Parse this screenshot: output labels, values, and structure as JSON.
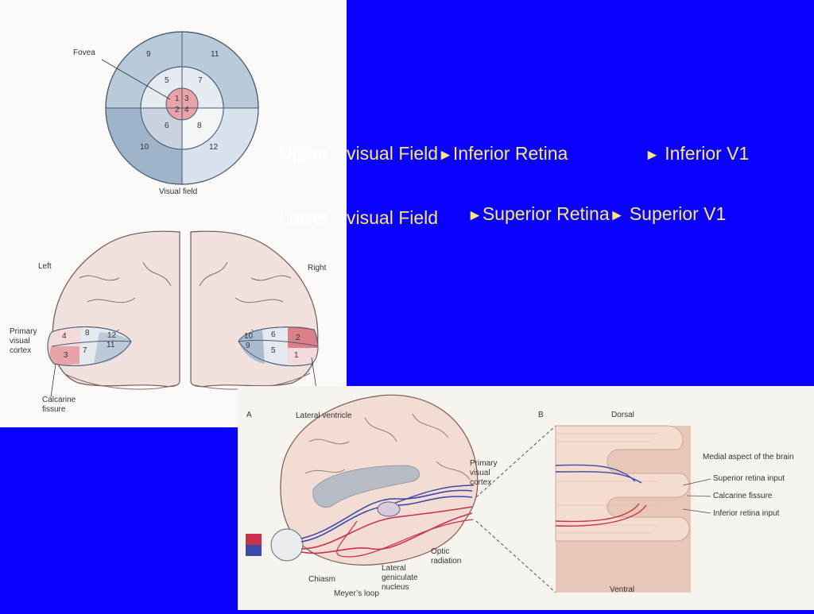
{
  "visual_field": {
    "fovea_label": "Fovea",
    "caption": "Visual field",
    "sectors": [
      "9",
      "11",
      "5",
      "7",
      "1",
      "3",
      "2",
      "4",
      "6",
      "8",
      "10",
      "12"
    ]
  },
  "brain": {
    "left_label": "Left",
    "right_label": "Right",
    "cortex_label_1": "Primary",
    "cortex_label_2": "visual",
    "cortex_label_3": "cortex",
    "calcarine_1": "Calcarine",
    "calcarine_2": "fissure",
    "left_numbers": [
      "4",
      "8",
      "12",
      "7",
      "11",
      "3"
    ],
    "right_numbers": [
      "10",
      "6",
      "2",
      "9",
      "5",
      "1"
    ]
  },
  "slide": {
    "row1": {
      "word_a": "Upper",
      "word_b": "visual Field",
      "arrow1": "►",
      "retina": "Inferior Retina",
      "arrow2": "►",
      "v1": "Inferior V1"
    },
    "row2": {
      "word_a": "Lower",
      "word_b": "visual Field",
      "arrow1": "►",
      "retina": "Superior Retina",
      "arrow2": "►",
      "v1": "Superior V1"
    }
  },
  "pathway": {
    "panel_a": "A",
    "panel_b": "B",
    "lateral_ventricle": "Lateral ventricle",
    "primary_1": "Primary",
    "primary_2": "visual",
    "primary_3": "cortex",
    "optic_1": "Optic",
    "optic_2": "radiation",
    "lgn_1": "Lateral",
    "lgn_2": "geniculate",
    "lgn_3": "nucleus",
    "chiasm": "Chiasm",
    "meyers": "Meyer’s loop",
    "dorsal": "Dorsal",
    "ventral": "Ventral",
    "medial_aspect": "Medial aspect of the brain",
    "superior_input": "Superior retina input",
    "calcarine": "Calcarine fissure",
    "inferior_input": "Inferior retina input"
  },
  "colors": {
    "slide_bg": "#0a00fe",
    "highlight_text": "#f6e97c",
    "retina_superior": "#3a4aa8",
    "retina_inferior": "#c8324a"
  }
}
